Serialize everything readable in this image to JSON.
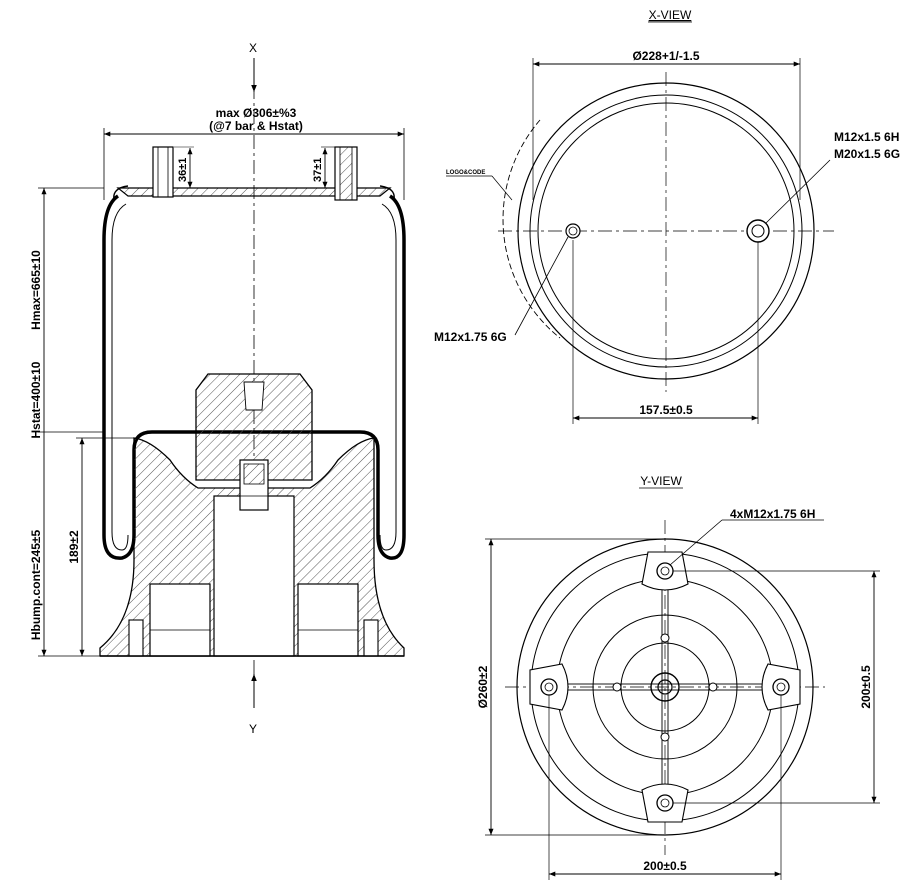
{
  "colors": {
    "ink": "#000000",
    "hatch": "#555555",
    "paper": "#ffffff",
    "fill_light": "#f4f4f4"
  },
  "side_view": {
    "axis_top": "X",
    "axis_bottom": "Y",
    "max_diameter": "max Ø306±%3",
    "max_diameter_note": "(@7 bar & Hstat)",
    "dim_36": "36±1",
    "dim_37": "37±1",
    "hmax": "Hmax=665±10",
    "hstat": "Hstat=400±10",
    "hbump": "Hbump.cont=245±5",
    "dim_189": "189±2"
  },
  "x_view": {
    "title": "X-VIEW",
    "diameter": "Ø228+1/-1.5",
    "thread_right_1": "M12x1.5 6H",
    "thread_right_2": "M20x1.5 6G",
    "logo_code": "LOGO&CODE",
    "thread_left": "M12x1.75 6G",
    "spacing": "157.5±0.5"
  },
  "y_view": {
    "title": "Y-VIEW",
    "threads": "4xM12x1.75 6H",
    "diameter": "Ø260±2",
    "dim_vertical": "200±0.5",
    "dim_horizontal": "200±0.5"
  }
}
